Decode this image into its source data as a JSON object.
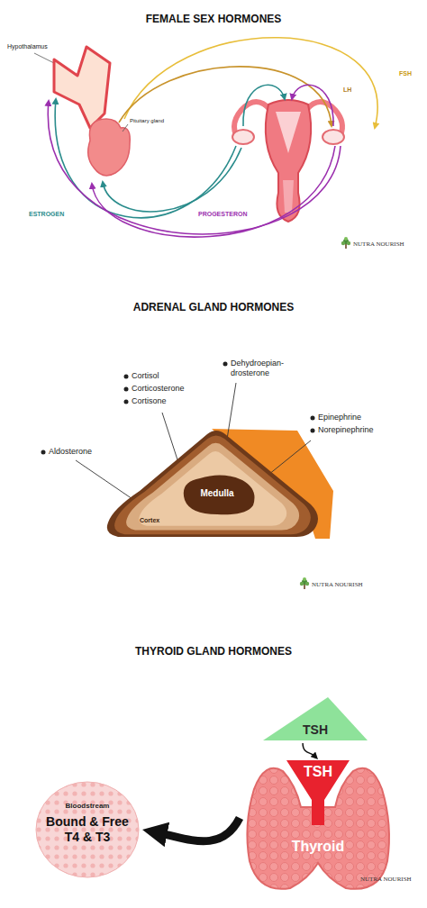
{
  "diagram": {
    "nodes": [
      {
        "text": [
          "Hypothalamus"
        ]
      },
      {
        "text": [
          "Pituitary gland"
        ]
      },
      {
        "text": [
          "Cortex"
        ]
      },
      {
        "text": [
          "Medulla"
        ],
        "in": 2
      },
      {
        "text": [
          "TSH"
        ]
      },
      {
        "text": [
          "Thyroid"
        ]
      },
      {
        "text": [
          "TSH"
        ],
        "in": 5
      },
      {
        "text": [
          "Bloodstream",
          "Bound & Free T4 & T3"
        ]
      }
    ],
    "edges": [
      {
        "from": 4,
        "to": 6,
        "arrow": "to"
      },
      {
        "from": 5,
        "to": 7,
        "arrow": "to"
      }
    ],
    "labels": [
      "FEMALE SEX HORMONES",
      "LH",
      "FSH",
      "ESTROGEN",
      "PROGESTERON",
      "NUTRA NOURISH",
      "ADRENAL GLAND HORMONES",
      "Dehydroepian- drosterone",
      "Cortisol",
      "Corticosterone",
      "Cortisone",
      "Epinephrine",
      "Norepinephrine",
      "Aldosterone",
      "NUTRA NOURISH",
      "THYROID GLAND HORMONES",
      "NUTRA NOURISH"
    ]
  }
}
